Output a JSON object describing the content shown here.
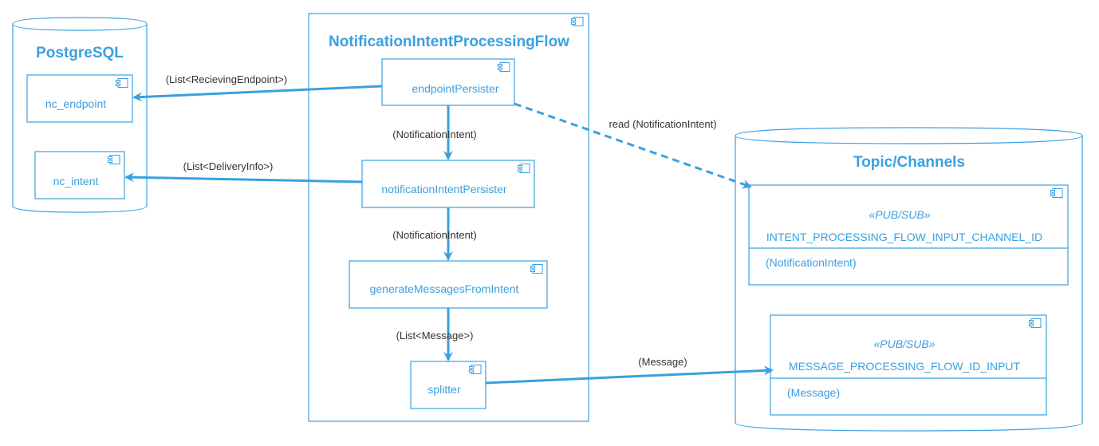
{
  "containers": {
    "postgres": {
      "title": "PostgreSQL"
    },
    "flow": {
      "title": "NotificationIntentProcessingFlow"
    },
    "topics": {
      "title": "Topic/Channels"
    }
  },
  "components": {
    "nc_endpoint": "nc_endpoint",
    "nc_intent": "nc_intent",
    "endpoint_persister": "endpointPersister",
    "notification_intent_persister": "notificationIntentPersister",
    "generate_messages": "generateMessagesFromIntent",
    "splitter": "splitter"
  },
  "channels": {
    "intent_channel": {
      "stereotype": "«PUB/SUB»",
      "name": "INTENT_PROCESSING_FLOW_INPUT_CHANNEL_ID",
      "payload": "(NotificationIntent)"
    },
    "message_channel": {
      "stereotype": "«PUB/SUB»",
      "name": "MESSAGE_PROCESSING_FLOW_ID_INPUT",
      "payload": "(Message)"
    }
  },
  "edges": {
    "endpoint_to_nc_endpoint": "(List<RecievingEndpoint>)",
    "intent_persister_to_nc_intent": "(List<DeliveryInfo>)",
    "endpoint_to_intent_persister": "(NotificationIntent)",
    "intent_persister_to_generate": "(NotificationIntent)",
    "generate_to_splitter": "(List<Message>)",
    "splitter_to_message_channel": "(Message)",
    "endpoint_read_intent_channel": "read (NotificationIntent)"
  },
  "colors": {
    "accent": "#3aa0e0",
    "edge_label": "#333333"
  }
}
